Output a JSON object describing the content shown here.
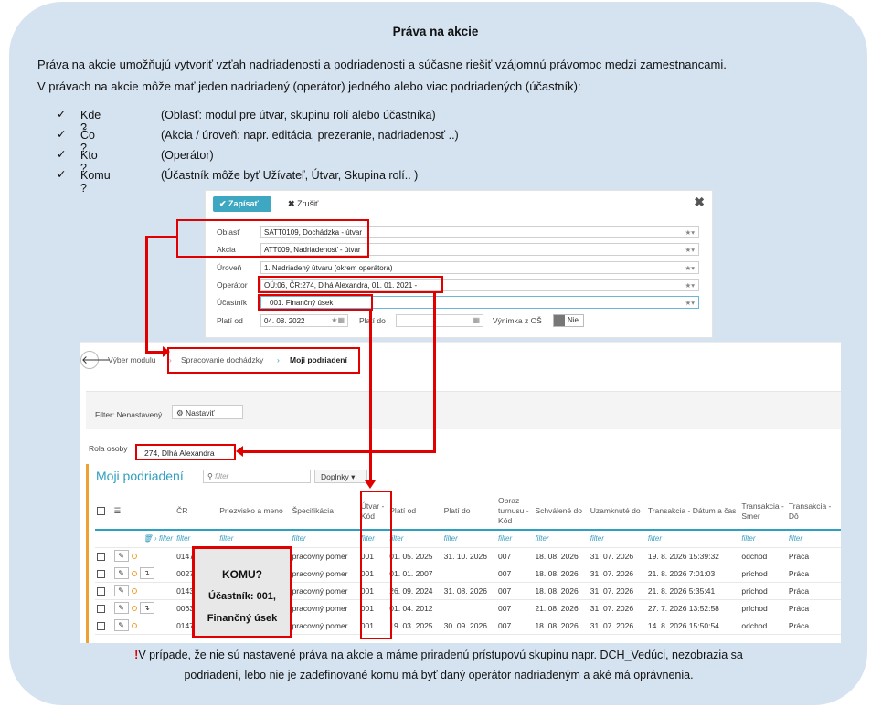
{
  "title": "Práva na akcie",
  "intro": {
    "line1": "Práva na akcie umožňujú vytvoriť vzťah nadriadenosti a podriadenosti a súčasne riešiť vzájomnú právomoc medzi zamestnancami.",
    "line2": "V právach na akcie môže mať jeden nadriadený (operátor) jedného alebo viac podriadených (účastník):"
  },
  "bullets": [
    {
      "q": "Kde ?",
      "d": "(Oblasť: modul pre útvar, skupinu rolí alebo účastníka)"
    },
    {
      "q": "Čo ?",
      "d": "(Akcia / úroveň:  napr. editácia, prezeranie, nadriadenosť ..)"
    },
    {
      "q": "Kto ?",
      "d": "(Operátor)"
    },
    {
      "q": "Komu ?",
      "d": "(Účastník môže byť Užívateľ, Útvar, Skupina rolí.. )"
    }
  ],
  "check_glyph": "✓",
  "dialog": {
    "save_label": "Zapísať",
    "cancel_label": "Zrušiť",
    "close": "✖",
    "oblast_label": "Oblasť",
    "oblast_value": "SATT0109, Dochádzka - útvar",
    "akcia_label": "Akcia",
    "akcia_value": "ATT009, Nadriadenosť - útvar",
    "uroven_label": "Úroveň",
    "uroven_value": "1. Nadriadený útvaru (okrem operátora)",
    "operator_label": "Operátor",
    "operator_value": "OÚ:06, ČR:274, Dlhá Alexandra, 01. 01. 2021 -",
    "ucastnik_label": "Účastník",
    "ucastnik_value": "001. Finančný úsek",
    "plati_od_label": "Platí od",
    "plati_od_value": "04. 08. 2022",
    "plati_do_label": "Platí do",
    "vynimka_label": "Výnimka z OŠ",
    "vynimka_value": "Nie",
    "star_glyph": "★▾"
  },
  "app": {
    "crumb1": "Výber modulu",
    "crumb2": "Spracovanie dochádzky",
    "crumb3": "Moji podriadení",
    "filter_label": "Filter: Nenastavený",
    "nastavit": "Nastaviť",
    "rola_label": "Rola osoby",
    "rola_value": "274, Dlhá Alexandra",
    "section_title": "Moji podriadení",
    "search_placeholder": "filter",
    "doplnky": "Doplnky ▾"
  },
  "table": {
    "headers": [
      "ČR",
      "Priezvisko a meno",
      "Špecifikácia",
      "Útvar - Kód",
      "Platí od",
      "Platí do",
      "Obraz turnusu - Kód",
      "Schválené do",
      "Uzamknuté do",
      "Transakcia - Dátum a čas",
      "Transakcia - Smer",
      "Transakcia - Dô"
    ],
    "filter_text": "filter",
    "rows": [
      {
        "cr": "0147",
        "spec": "pracovný pomer",
        "utvar": "001",
        "od": "01. 05. 2025",
        "do": "31. 10. 2026",
        "obraz": "007",
        "schv": "18. 08. 2026",
        "uzam": "31. 07. 2026",
        "tdat": "19. 8. 2026 15:39:32",
        "smer": "odchod",
        "dov": "Práca",
        "arrow": false
      },
      {
        "cr": "0027",
        "spec": "pracovný pomer",
        "utvar": "001",
        "od": "01. 01. 2007",
        "do": "",
        "obraz": "007",
        "schv": "18. 08. 2026",
        "uzam": "31. 07. 2026",
        "tdat": "21. 8. 2026 7:01:03",
        "smer": "príchod",
        "dov": "Práca",
        "arrow": true
      },
      {
        "cr": "0143",
        "spec": "pracovný pomer",
        "utvar": "001",
        "od": "26. 09. 2024",
        "do": "31. 08. 2026",
        "obraz": "007",
        "schv": "18. 08. 2026",
        "uzam": "31. 07. 2026",
        "tdat": "21. 8. 2026 5:35:41",
        "smer": "príchod",
        "dov": "Práca",
        "arrow": false
      },
      {
        "cr": "0063",
        "spec": "pracovný pomer",
        "utvar": "001",
        "od": "01. 04. 2012",
        "do": "",
        "obraz": "007",
        "schv": "21. 08. 2026",
        "uzam": "31. 07. 2026",
        "tdat": "27. 7. 2026 13:52:58",
        "smer": "príchod",
        "dov": "Práca",
        "arrow": true
      },
      {
        "cr": "0147",
        "spec": "pracovný pomer",
        "utvar": "001",
        "od": "19. 03. 2025",
        "do": "30. 09. 2026",
        "obraz": "007",
        "schv": "18. 08. 2026",
        "uzam": "31. 07. 2026",
        "tdat": "14. 8. 2026 15:50:54",
        "smer": "odchod",
        "dov": "Práca",
        "arrow": false
      }
    ]
  },
  "komu": {
    "l1": "KOMU?",
    "l2": "Účastník: 001,",
    "l3": "Finančný úsek"
  },
  "footnote": {
    "excl": "!",
    "line1": "V prípade, že nie sú nastavené práva na akcie a máme priradenú prístupovú skupinu napr. DCH_Vedúci, nezobrazia sa",
    "line2": "podriadení, lebo nie je zadefinované komu má byť daný operátor nadriadeným a aké má oprávnenia."
  },
  "colors": {
    "accent": "#2e9fbf",
    "annotation": "#e00000",
    "bubble": "#d5e3f1",
    "orange": "#f0a030"
  }
}
